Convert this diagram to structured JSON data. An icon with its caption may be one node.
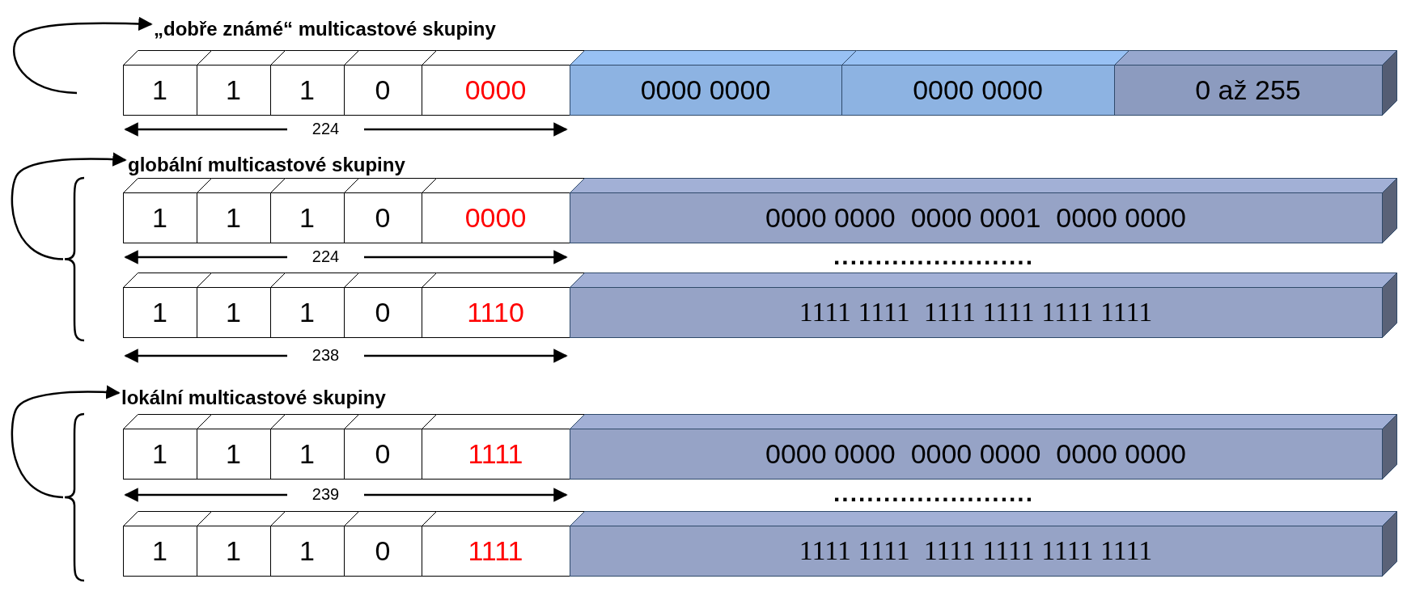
{
  "diagram": {
    "nodes": [
      {
        "text": [
          "„dobře známé“ multicastové skupiny"
        ]
      },
      {
        "text": [
          "1"
        ]
      },
      {
        "text": [
          "1"
        ]
      },
      {
        "text": [
          "1"
        ]
      },
      {
        "text": [
          "0"
        ]
      },
      {
        "text": [
          "0000"
        ]
      },
      {
        "text": [
          "0000 0000"
        ]
      },
      {
        "text": [
          "0000 0000"
        ]
      },
      {
        "text": [
          "0 až 255"
        ]
      },
      {
        "text": [
          "globální multicastové skupiny"
        ]
      },
      {
        "text": [
          "1"
        ]
      },
      {
        "text": [
          "1"
        ]
      },
      {
        "text": [
          "1"
        ]
      },
      {
        "text": [
          "0"
        ]
      },
      {
        "text": [
          "0000"
        ]
      },
      {
        "text": [
          "0000 0000  0000 0001  0000 0000"
        ]
      },
      {
        "text": [
          "1"
        ]
      },
      {
        "text": [
          "1"
        ]
      },
      {
        "text": [
          "1"
        ]
      },
      {
        "text": [
          "0"
        ]
      },
      {
        "text": [
          "1110"
        ]
      },
      {
        "text": [
          "1111 1111  1111 1111 1111 1111"
        ]
      },
      {
        "text": [
          "lokální multicastové skupiny"
        ]
      },
      {
        "text": [
          "1"
        ]
      },
      {
        "text": [
          "1"
        ]
      },
      {
        "text": [
          "1"
        ]
      },
      {
        "text": [
          "0"
        ]
      },
      {
        "text": [
          "1111"
        ]
      },
      {
        "text": [
          "0000 0000  0000 0000  0000 0000"
        ]
      },
      {
        "text": [
          "1"
        ]
      },
      {
        "text": [
          "1"
        ]
      },
      {
        "text": [
          "1"
        ]
      },
      {
        "text": [
          "0"
        ]
      },
      {
        "text": [
          "1111"
        ]
      },
      {
        "text": [
          "1111 1111  1111 1111 1111 1111"
        ]
      },
      {
        "text": [],
        "shape": "bracket"
      },
      {
        "text": [],
        "shape": "bracket"
      }
    ],
    "edges": [
      {
        "from": null,
        "to": 0,
        "arrow": "to"
      },
      {
        "from": 35,
        "to": 9,
        "arrow": "to"
      },
      {
        "from": 36,
        "to": 22,
        "arrow": "to"
      }
    ],
    "labels": [
      "224",
      "224",
      "........................",
      "238",
      "239",
      "........................"
    ]
  }
}
